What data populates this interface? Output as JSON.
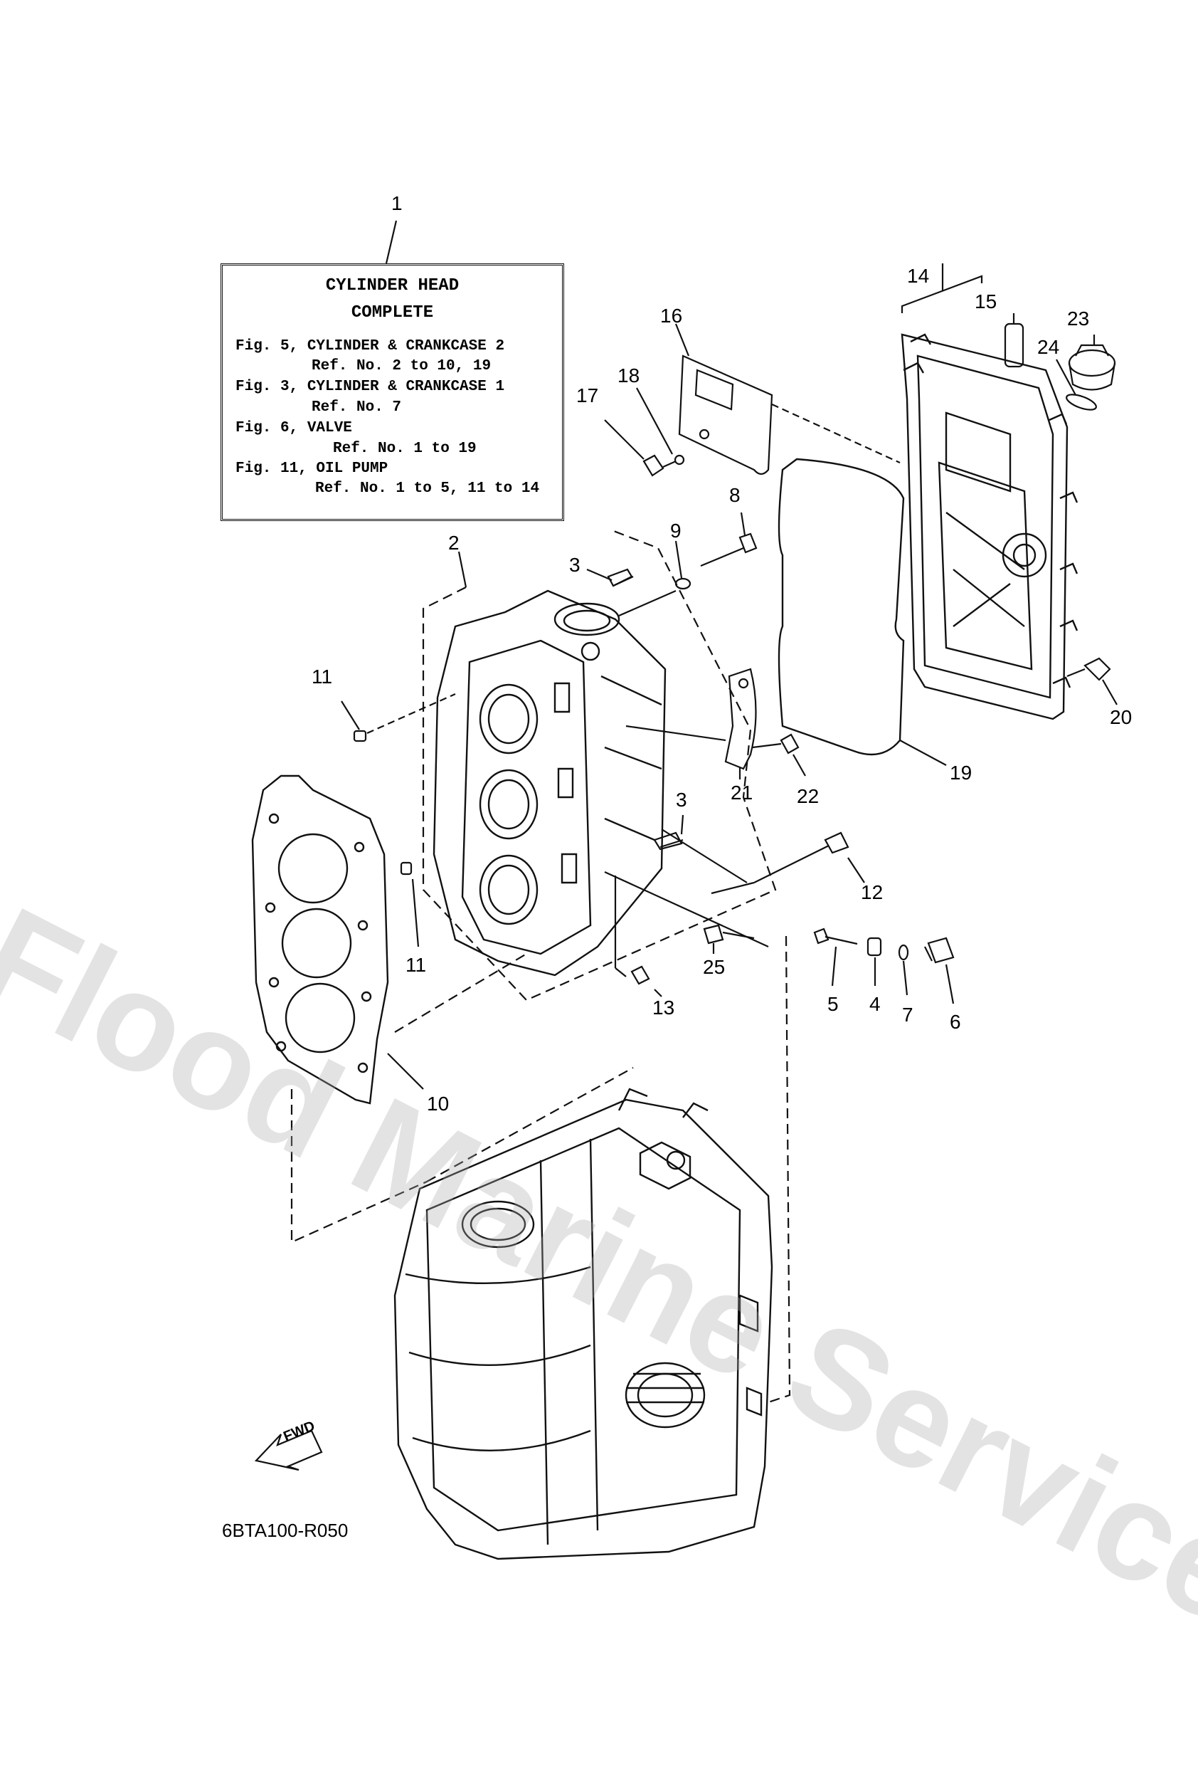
{
  "reference_box": {
    "title_line1": "CYLINDER HEAD",
    "title_line2": "COMPLETE",
    "lines": [
      "Fig. 5, CYLINDER & CRANKCASE 2",
      "Ref. No. 2 to 10, 19",
      "Fig. 3, CYLINDER & CRANKCASE 1",
      "Ref. No. 7",
      "Fig. 6, VALVE",
      "Ref. No. 1 to 19",
      "Fig. 11, OIL PUMP",
      "Ref. No. 1 to 5, 11 to 14"
    ]
  },
  "callouts": {
    "c1": "1",
    "c2": "2",
    "c3a": "3",
    "c3b": "3",
    "c4": "4",
    "c5": "5",
    "c6": "6",
    "c7": "7",
    "c8": "8",
    "c9": "9",
    "c10": "10",
    "c11a": "11",
    "c11b": "11",
    "c12": "12",
    "c13": "13",
    "c14": "14",
    "c15": "15",
    "c16": "16",
    "c17": "17",
    "c18": "18",
    "c19": "19",
    "c20": "20",
    "c21": "21",
    "c22": "22",
    "c23": "23",
    "c24": "24",
    "c25": "25"
  },
  "fwd_label": "FWD",
  "diagram_code": "6BTA100-R050",
  "watermark": "Flood Marine Services",
  "colors": {
    "line": "#111111",
    "watermark": "#aaaaaa"
  }
}
